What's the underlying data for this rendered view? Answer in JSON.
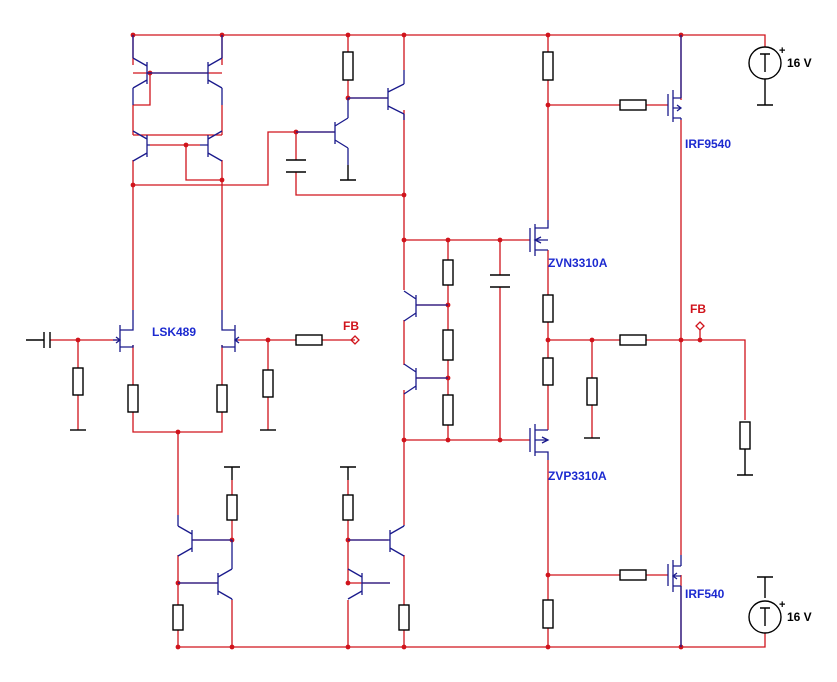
{
  "schematic": {
    "labels": {
      "lsk489": "LSK489",
      "irf9540": "IRF9540",
      "zvn3310a": "ZVN3310A",
      "zvp3310a": "ZVP3310A",
      "irf540": "IRF540",
      "fb_input": "FB",
      "fb_output": "FB"
    },
    "sources": {
      "positive_supply": {
        "value": "16 V",
        "plus": "+"
      },
      "negative_supply": {
        "value": "16 V",
        "plus": "+"
      }
    },
    "colors": {
      "wire": "#d0141c",
      "component": "#1a1a8c",
      "part_label": "#1c2ad0",
      "net_label": "#d0141c"
    }
  }
}
